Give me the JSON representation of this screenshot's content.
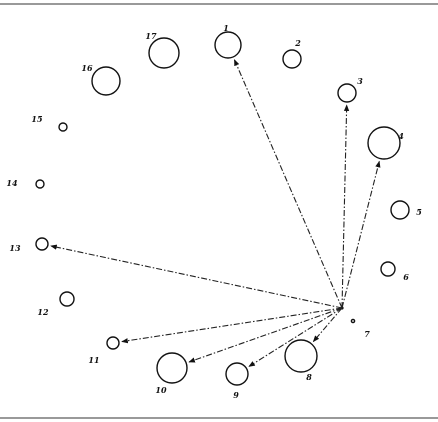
{
  "colors": {
    "ink": "#111111",
    "background": "#ffffff"
  },
  "nodes": [
    {
      "id": "1",
      "label": "1"
    },
    {
      "id": "2",
      "label": "2"
    },
    {
      "id": "3",
      "label": "3"
    },
    {
      "id": "4",
      "label": "4"
    },
    {
      "id": "5",
      "label": "5"
    },
    {
      "id": "6",
      "label": "6"
    },
    {
      "id": "7",
      "label": "7"
    },
    {
      "id": "8",
      "label": "8"
    },
    {
      "id": "9",
      "label": "9"
    },
    {
      "id": "10",
      "label": "10"
    },
    {
      "id": "11",
      "label": "11"
    },
    {
      "id": "12",
      "label": "12"
    },
    {
      "id": "13",
      "label": "13"
    },
    {
      "id": "14",
      "label": "14"
    },
    {
      "id": "15",
      "label": "15"
    },
    {
      "id": "16",
      "label": "16"
    },
    {
      "id": "17",
      "label": "17"
    }
  ],
  "arrows": [
    {
      "from": "7",
      "to": "1"
    },
    {
      "from": "7",
      "to": "3"
    },
    {
      "from": "7",
      "to": "4"
    },
    {
      "from": "7",
      "to": "13"
    },
    {
      "from": "7",
      "to": "11"
    },
    {
      "from": "7",
      "to": "10"
    },
    {
      "from": "7",
      "to": "9"
    },
    {
      "from": "7",
      "to": "8"
    }
  ]
}
